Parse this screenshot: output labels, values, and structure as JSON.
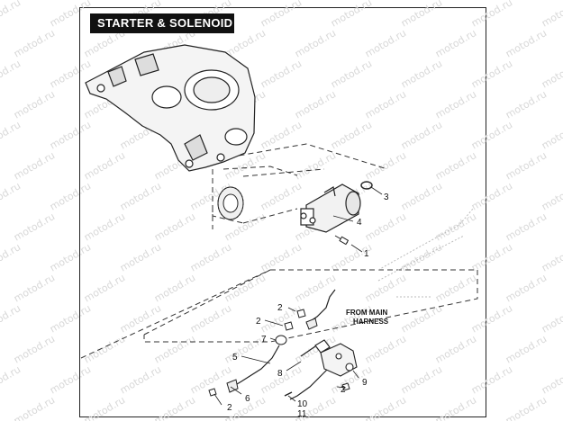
{
  "title": "STARTER & SOLENOID",
  "watermark": "motod.ru",
  "note": [
    "FROM MAIN",
    "HARNESS"
  ],
  "callouts": [
    "1",
    "2",
    "2",
    "2",
    "2",
    "2",
    "3",
    "4",
    "5",
    "6",
    "7",
    "8",
    "9",
    "10",
    "11"
  ]
}
